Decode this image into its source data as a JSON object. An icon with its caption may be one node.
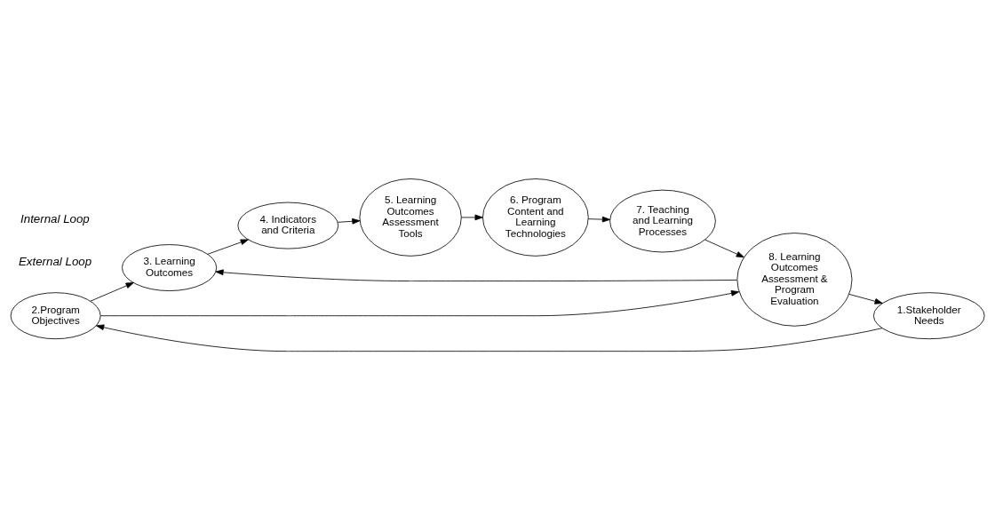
{
  "diagram": {
    "nodes": [
      {
        "text": [
          "2.Program Objectives"
        ]
      },
      {
        "text": [
          "3. Learning Outcomes"
        ]
      },
      {
        "text": [
          "4. Indicators and Criteria"
        ]
      },
      {
        "text": [
          "8. Learning Outcomes Assessment & Program Evaluation"
        ]
      },
      {
        "text": [
          "1.Stakeholder Needs"
        ]
      },
      {
        "text": [
          "5. Learning Outcomes Assessment Tools"
        ]
      },
      {
        "text": [
          "6. Program Content and Learning Technologies"
        ]
      },
      {
        "text": [
          "7. Teaching and Learning Processes"
        ]
      }
    ],
    "edges": [
      {
        "from": 0,
        "to": 1,
        "arrow": "to"
      },
      {
        "from": 1,
        "to": 2,
        "arrow": "to"
      },
      {
        "from": 2,
        "to": 5,
        "arrow": "to"
      },
      {
        "from": 5,
        "to": 6,
        "arrow": "to"
      },
      {
        "from": 6,
        "to": 7,
        "arrow": "to"
      },
      {
        "from": 7,
        "to": 3,
        "arrow": "to"
      },
      {
        "from": 3,
        "to": 1,
        "arrow": "to"
      },
      {
        "from": 0,
        "to": 3,
        "arrow": "to"
      },
      {
        "from": 3,
        "to": 4,
        "arrow": "to"
      },
      {
        "from": 4,
        "to": 0,
        "arrow": "to"
      }
    ],
    "labels": [
      "External Loop",
      "Internal Loop"
    ]
  }
}
